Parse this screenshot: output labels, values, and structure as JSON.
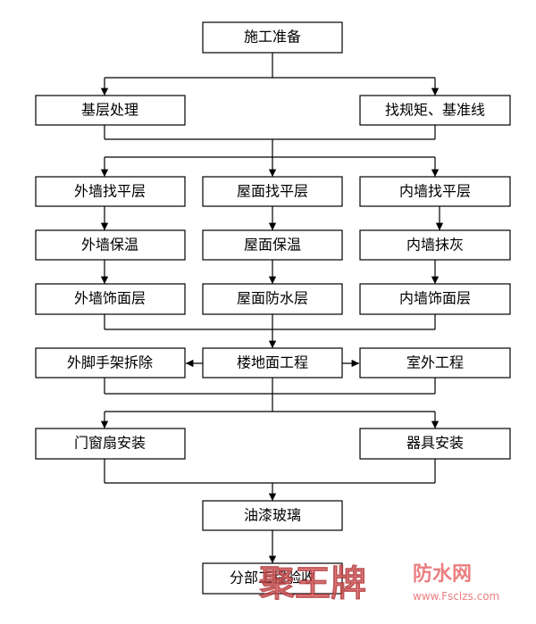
{
  "flowchart": {
    "nodes": {
      "start": "施工准备",
      "base": "基层处理",
      "rules": "找规矩、基准线",
      "ext_level": "外墙找平层",
      "roof_level": "屋面找平层",
      "int_level": "内墙找平层",
      "ext_insul": "外墙保温",
      "roof_insul": "屋面保温",
      "int_plaster": "内墙抹灰",
      "ext_finish": "外墙饰面层",
      "roof_water": "屋面防水层",
      "int_finish": "内墙饰面层",
      "scaffold": "外脚手架拆除",
      "floor": "楼地面工程",
      "outdoor": "室外工程",
      "doors": "门窗扇安装",
      "fixtures": "器具安装",
      "paint": "油漆玻璃",
      "accept": "分部工程验收"
    }
  },
  "watermark": {
    "brand": "聚王牌",
    "site": "防水网",
    "url": "www.Fsclzs.com",
    "color": "#e8686a"
  }
}
